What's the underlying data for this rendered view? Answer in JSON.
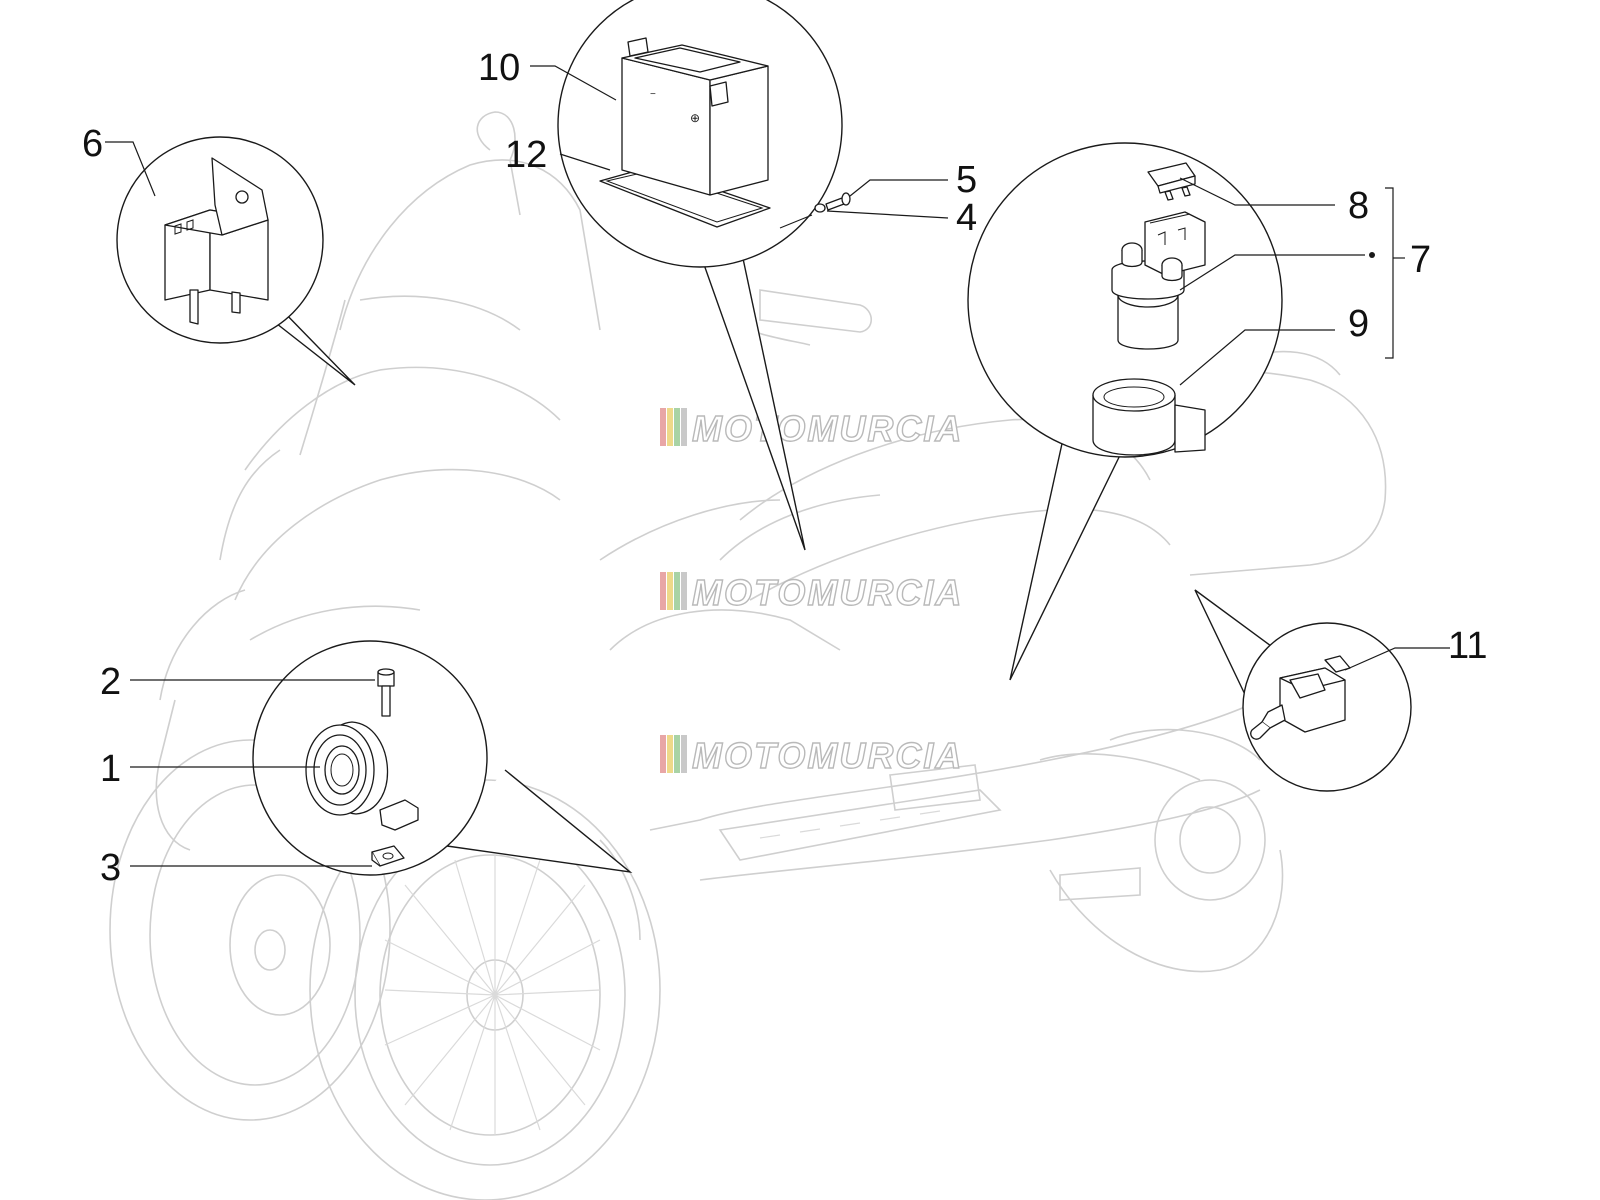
{
  "diagram": {
    "type": "exploded-parts-diagram",
    "callouts": [
      {
        "id": "c1",
        "label": "1"
      },
      {
        "id": "c2",
        "label": "2"
      },
      {
        "id": "c3",
        "label": "3"
      },
      {
        "id": "c4",
        "label": "4"
      },
      {
        "id": "c5",
        "label": "5"
      },
      {
        "id": "c6",
        "label": "6"
      },
      {
        "id": "c7",
        "label": "7"
      },
      {
        "id": "c8",
        "label": "8"
      },
      {
        "id": "c9",
        "label": "9"
      },
      {
        "id": "c10",
        "label": "10"
      },
      {
        "id": "c11",
        "label": "11"
      },
      {
        "id": "c12",
        "label": "12"
      }
    ],
    "watermark": {
      "text": "MOTOMURCIA",
      "stripe_colors": [
        "#e8a6a6",
        "#eed98a",
        "#a9d3a5",
        "#c9c9c9"
      ],
      "repeat": 3
    }
  }
}
